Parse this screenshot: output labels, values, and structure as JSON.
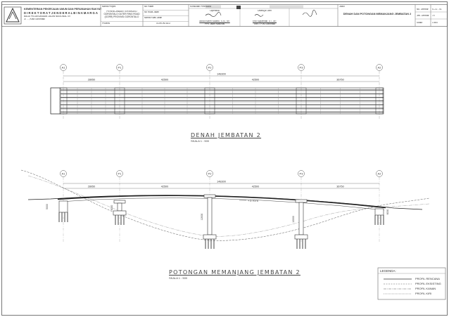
{
  "header": {
    "ministry_line1": "KEMENTERIAN PEKERJAAN UMUM DAN PERUMAHAN RAKYAT",
    "ministry_line2": "D I R E K T O R A T   J E N D E R A L   B I N A   M A R G A",
    "ministry_line3": "BALAI PELAKSANAAN JALAN NASIONAL XV",
    "ministry_line4": "Jl. ..., Kota Gorontalo",
    "project_label": "Nama Proyek",
    "project_value": "PERENCANAAN TEKNIKDED GORONTALO OUTER RING ROAD (GORR) PROVINSI GORONTALO",
    "paket_label": "No Paket",
    "ruas_no_label": "No Ruas Jalan",
    "ruas_name_label": "Nama Ruas Jalan",
    "province_label": "Provinsi",
    "province_value": "GORONTALO",
    "consultant_label": "Konsultan Perencana",
    "checked_label": "Diperiksa",
    "approved_label": "Disetujui Oleh",
    "checked_name": "Abdul Karim Sutarto, S.ST, MT",
    "checked_role": "PPK Jalan Nasional",
    "approved_name": "Erdi Suparman, ST., MT",
    "approved_role": "SNVT PJN Gorontalo",
    "drawing_title_label": "Judul",
    "drawing_title": "DENAH DAN POTONGAN MEMANJANG JEMBATAN 2",
    "sheet_no_label": "No. Lembar",
    "sheet_no_value": "S.J.2 - 01",
    "total_sheet_label": "Jml. Lembar",
    "total_sheet_value": "70",
    "scale_label": "Skala",
    "scale_value": "1:500"
  },
  "plan": {
    "axes": [
      "A1",
      "P1",
      "P2",
      "P3",
      "A2"
    ],
    "total_length": "148300",
    "spans": [
      "28050",
      "42500",
      "42500",
      "36750"
    ],
    "title": "DENAH JEMBATAN 2",
    "scale": "SKALA 1 : 500"
  },
  "section": {
    "axes": [
      "A1",
      "P1",
      "P2",
      "P3",
      "A2"
    ],
    "total_length": "148300",
    "spans": [
      "28050",
      "42500",
      "42500",
      "36750"
    ],
    "level_mark": "+ 2.7075",
    "height_labels": [
      "5000",
      "6000",
      "12000",
      "10000",
      "6000"
    ],
    "title": "POTONGAN MEMANJANG JEMBATAN 2",
    "scale": "SKALA 1 : 500"
  },
  "legend": {
    "title": "LEGENDA:",
    "items": [
      "PROFIL RENCANA",
      "PROFIL EKSISTING",
      "PROFIL KANAN",
      "PROFIL KIRI"
    ]
  }
}
